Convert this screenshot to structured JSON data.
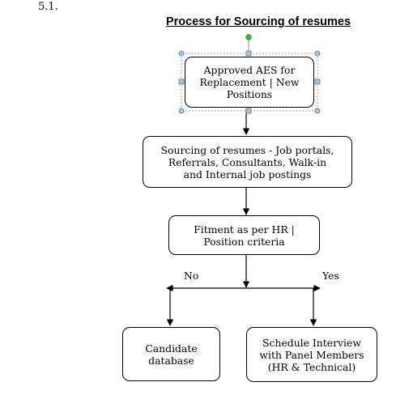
{
  "section_number": "5.1.",
  "title": "Process for Sourcing of resumes",
  "nodes": {
    "approved": "Approved AES for\nReplacement | New\nPositions",
    "sourcing": "Sourcing of resumes - Job portals,\nReferrals, Consultants, Walk-in\nand Internal job postings",
    "fitment": "Fitment as per HR |\nPosition criteria",
    "candidate_db": "Candidate\ndatabase",
    "schedule": "Schedule Interview\nwith Panel Members\n(HR & Technical)"
  },
  "branch_labels": {
    "no": "No",
    "yes": "Yes"
  }
}
